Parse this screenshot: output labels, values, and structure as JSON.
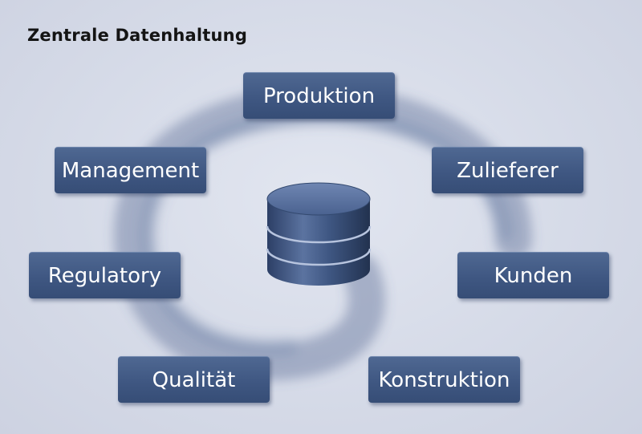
{
  "title": "Zentrale Datenhaltung",
  "nodes": {
    "produktion": "Produktion",
    "zulieferer": "Zulieferer",
    "kunden": "Kunden",
    "konstruktion": "Konstruktion",
    "qualitaet": "Qualität",
    "regulatory": "Regulatory",
    "management": "Management"
  },
  "center_icon": "database-icon",
  "colors": {
    "box": "#3f5782",
    "background": "#d6dbe8",
    "swirl": "#4a5f8c"
  }
}
